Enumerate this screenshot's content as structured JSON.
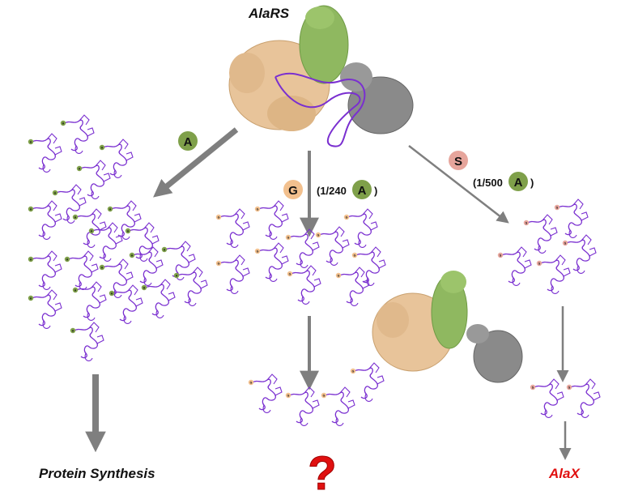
{
  "title": "AlaRS",
  "branches": {
    "alanine": {
      "badge": "A",
      "outcome": "Protein Synthesis"
    },
    "glycine": {
      "badge": "G",
      "ratio_prefix": "(1/240",
      "ratio_badge": "A",
      "ratio_suffix": ")",
      "outcome": "?"
    },
    "serine": {
      "badge": "S",
      "ratio_prefix": "(1/500",
      "ratio_badge": "A",
      "ratio_suffix": ")",
      "outcome": "AlaX"
    }
  },
  "colors": {
    "alanine_badge": "#7fa04a",
    "glycine_badge": "#f2c08e",
    "serine_badge": "#e6a59c",
    "protein_tan": "#e8c49a",
    "protein_green": "#8fb860",
    "protein_gray": "#8a8a8a",
    "trna_purple": "#7a2fd0",
    "arrow_gray": "#7f7f7f",
    "question_red": "#e01010",
    "alax_red": "#e01010"
  }
}
